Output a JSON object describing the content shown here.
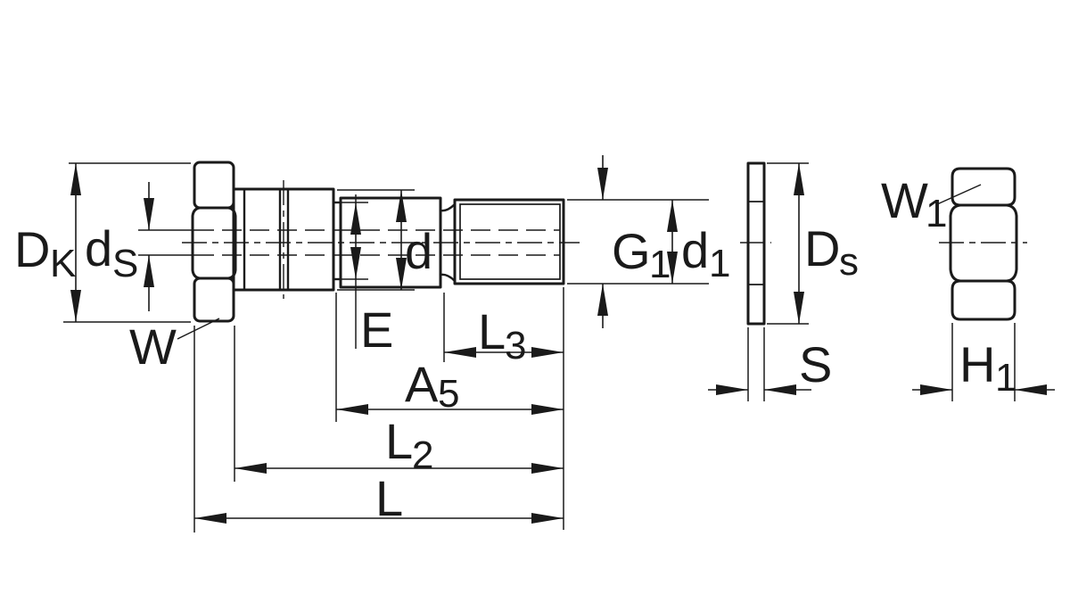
{
  "figure": {
    "type": "engineering-drawing",
    "views": [
      "shoulder-screw-side-view",
      "washer-side-view",
      "hex-nut-side-view"
    ],
    "colors": {
      "line": "#1a1a1a",
      "background": "#ffffff"
    },
    "labels": {
      "dk": {
        "main": "D",
        "sub": "K"
      },
      "ds": {
        "main": "d",
        "sub": "S"
      },
      "w": {
        "main": "W"
      },
      "e": {
        "main": "E"
      },
      "d": {
        "main": "d"
      },
      "l3": {
        "main": "L",
        "sub": "3"
      },
      "g1": {
        "main": "G",
        "sub": "1"
      },
      "d1": {
        "main": "d",
        "sub": "1"
      },
      "a5": {
        "main": "A",
        "sub": "5"
      },
      "l2": {
        "main": "L",
        "sub": "2"
      },
      "l": {
        "main": "L"
      },
      "ds_washer": {
        "main": "D",
        "sub": "s"
      },
      "s": {
        "main": "S"
      },
      "w1": {
        "main": "W",
        "sub": "1"
      },
      "h1": {
        "main": "H",
        "sub": "1"
      }
    }
  }
}
